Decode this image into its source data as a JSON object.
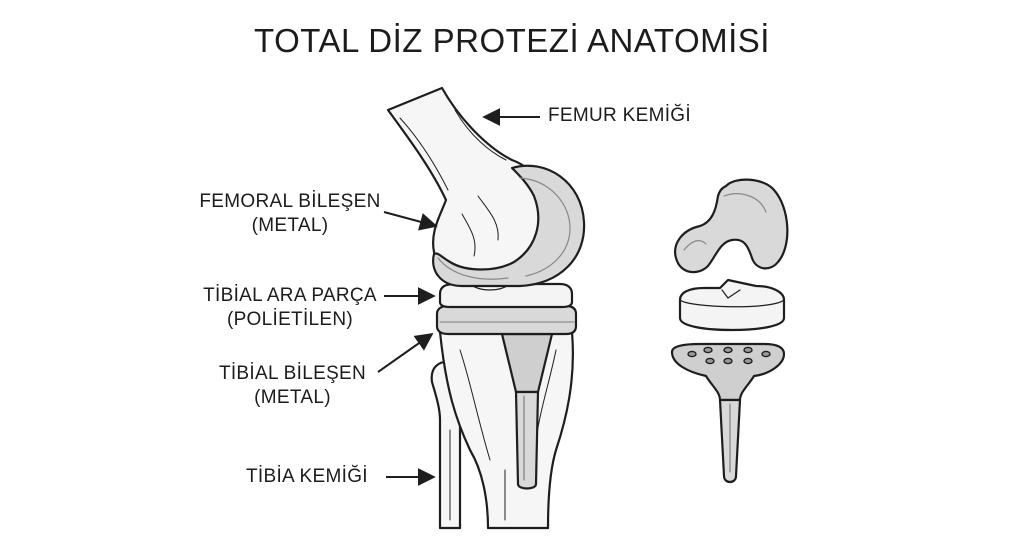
{
  "title": "TOTAL DİZ PROTEZİ ANATOMİSİ",
  "labels": {
    "femur_bone": "FEMUR KEMİĞİ",
    "femoral_component": [
      "FEMORAL BİLEŞEN",
      "(METAL)"
    ],
    "tibial_insert": [
      "TİBİAL ARA PARÇA",
      "(POLİETİLEN)"
    ],
    "tibial_component": [
      "TİBİAL BİLEŞEN",
      "(METAL)"
    ],
    "tibia_bone": "TİBİA KEMİĞİ"
  },
  "colors": {
    "line": "#1e1e1e",
    "bone": "#f6f6f6",
    "metal": "#d9d9d9",
    "metal_dark": "#b9b9b9",
    "poly": "#f4f4f4"
  }
}
